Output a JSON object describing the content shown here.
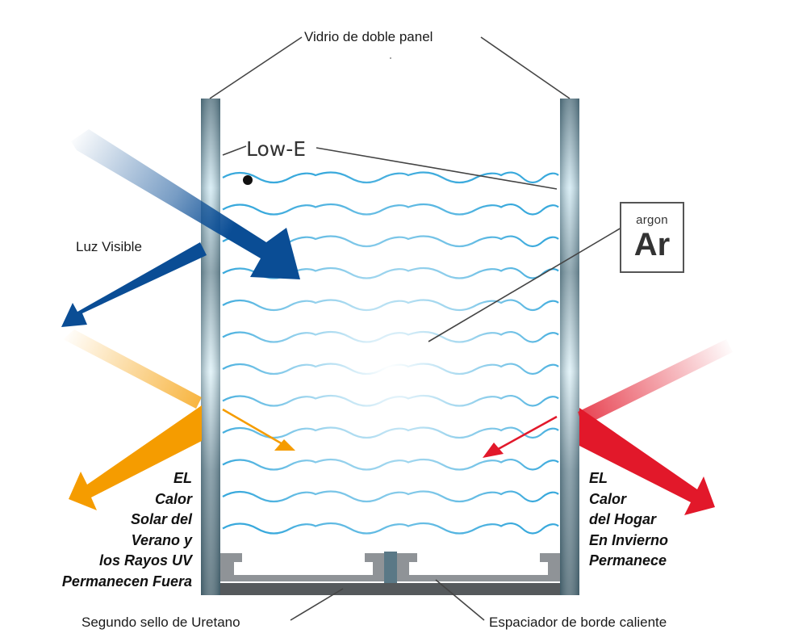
{
  "labels": {
    "top": "Vidrio de doble panel",
    "low_e": "Low-E",
    "visible_light": "Luz Visible",
    "argon_word": "argon",
    "argon_symbol": "Ar",
    "bottom_left": "Segundo sello de Uretano",
    "bottom_right": "Espaciador de borde caliente"
  },
  "left_text": [
    "EL",
    "Calor",
    "Solar del",
    "Verano y",
    "los Rayos UV",
    "Permanecen Fuera"
  ],
  "right_text": [
    "EL",
    "Calor",
    "del Hogar",
    "En Invierno",
    "Permanece"
  ],
  "colors": {
    "glass": "#5f7d8a",
    "glass_highlight": "#d6eef7",
    "wave": "#39a9dc",
    "visible_light_arrow": "#0a4d95",
    "solar_heat_arrow": "#f59c00",
    "home_heat_arrow": "#e2182a",
    "spacer": "#8f9397",
    "seal": "#55595c",
    "leader_line": "#444444"
  }
}
